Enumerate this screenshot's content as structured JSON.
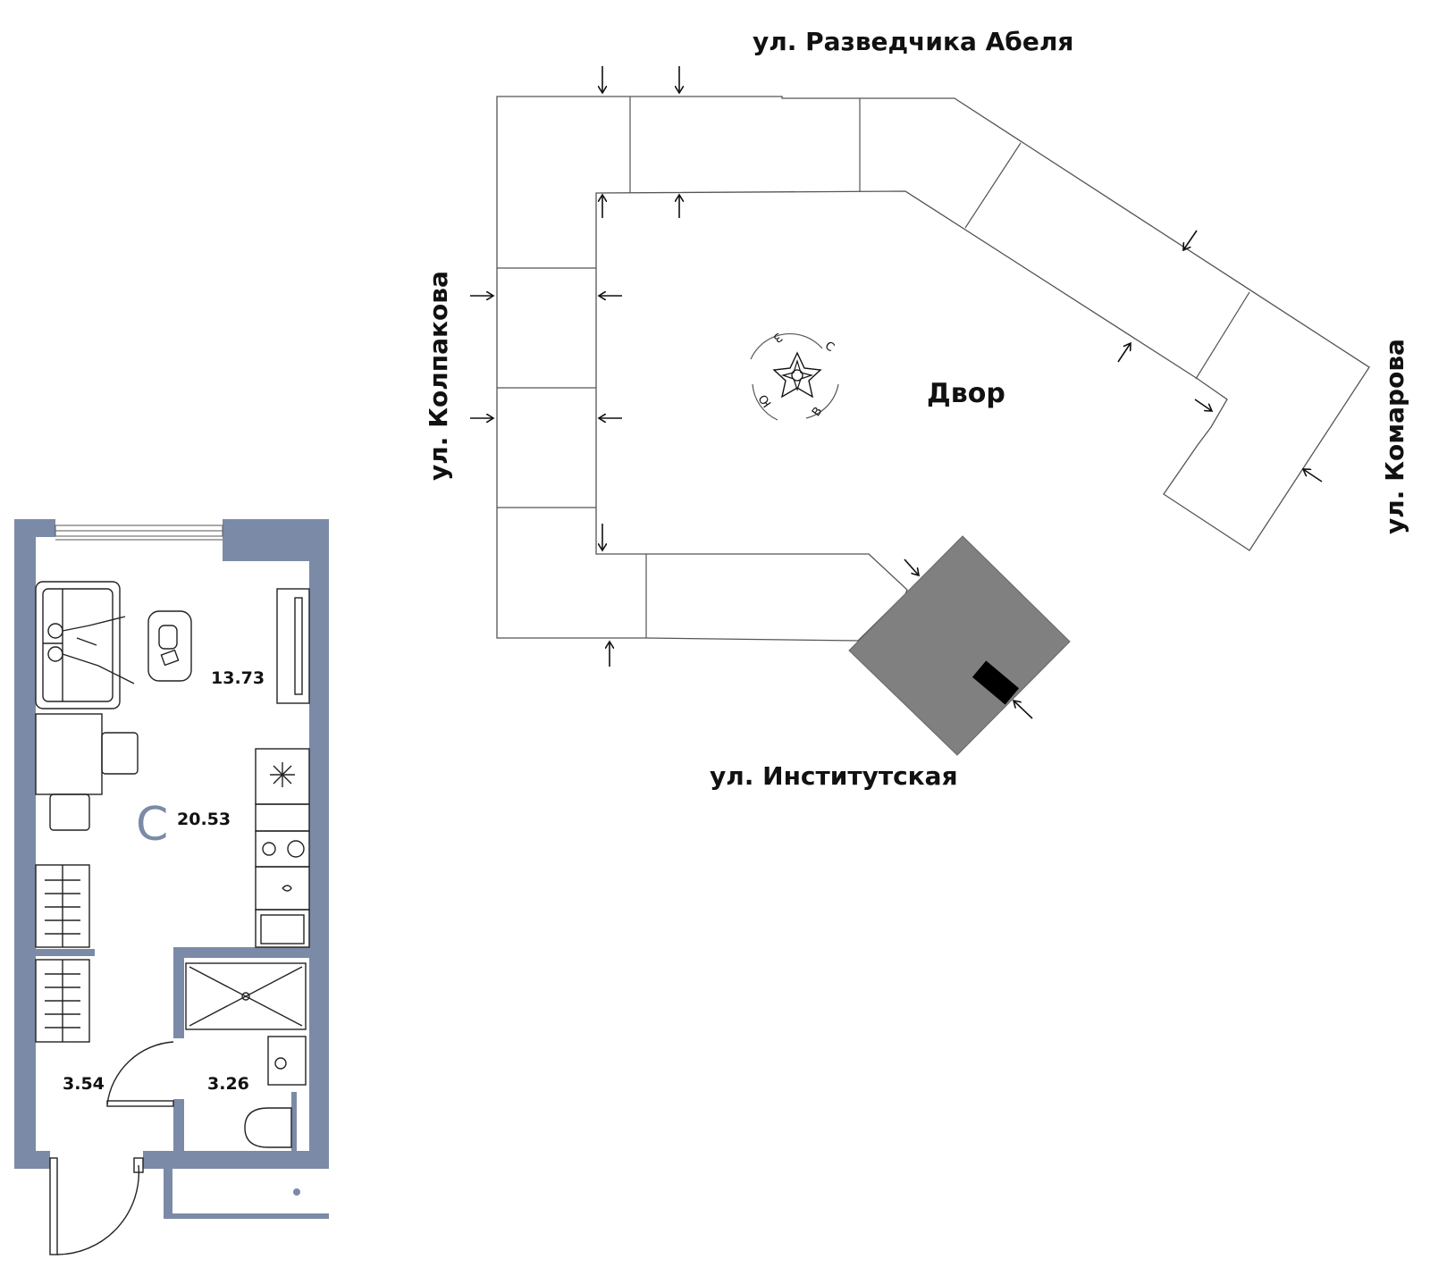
{
  "streets": {
    "north": "ул. Разведчика Абеля",
    "west": "ул. Колпакова",
    "east": "ул. Комарова",
    "south": "ул. Институтская"
  },
  "yard_label": "Двор",
  "compass": {
    "north": "С",
    "east": "В",
    "south": "Ю",
    "west": "З"
  },
  "apartment": {
    "type_label": "С",
    "total_area": "20.53",
    "rooms": [
      {
        "name": "living-room",
        "area": "13.73"
      },
      {
        "name": "hallway",
        "area": "3.54"
      },
      {
        "name": "bathroom",
        "area": "3.26"
      }
    ]
  },
  "colors": {
    "wall": "#7b8aa6",
    "highlighted_section": "#808080",
    "entrance_block": "#000000"
  }
}
